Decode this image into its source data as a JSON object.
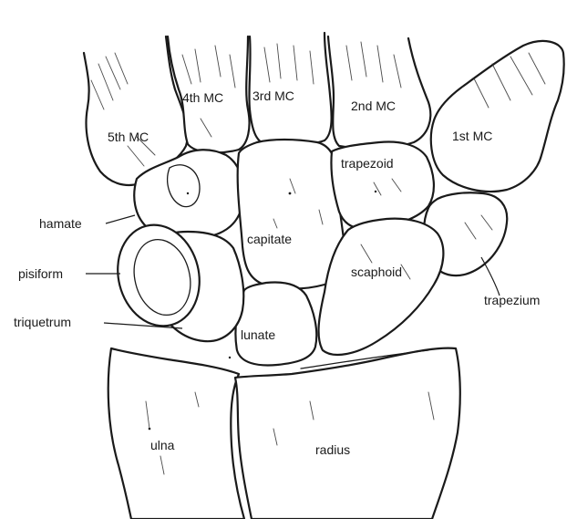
{
  "labels": {
    "mc5": "5th MC",
    "mc4": "4th MC",
    "mc3": "3rd MC",
    "mc2": "2nd MC",
    "mc1": "1st MC",
    "hamate": "hamate",
    "capitate": "capitate",
    "trapezoid": "trapezoid",
    "pisiform": "pisiform",
    "scaphoid": "scaphoid",
    "trapezium": "trapezium",
    "triquetrum": "triquetrum",
    "lunate": "lunate",
    "ulna": "ulna",
    "radius": "radius"
  }
}
